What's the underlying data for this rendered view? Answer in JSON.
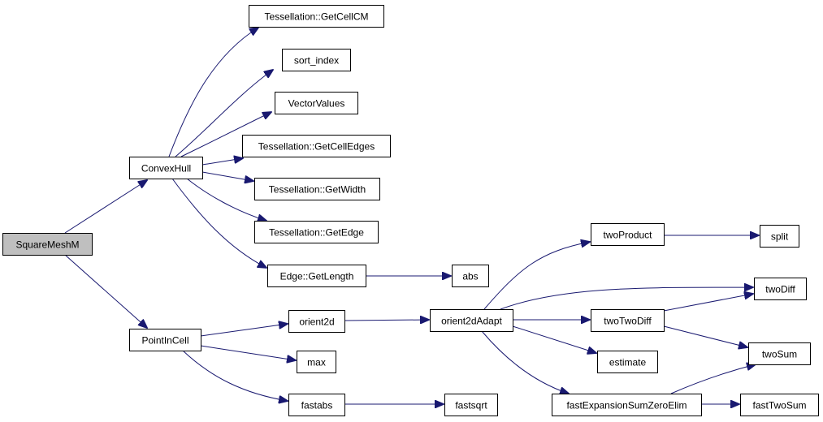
{
  "colors": {
    "edge": "#191970",
    "node_border": "#000000",
    "node_fill": "#ffffff",
    "root_fill": "#bfbfbf",
    "text": "#000000"
  },
  "nodes": [
    {
      "id": "squaremeshm",
      "label": "SquareMeshM",
      "root": true
    },
    {
      "id": "convexhull",
      "label": "ConvexHull"
    },
    {
      "id": "pointincell",
      "label": "PointInCell"
    },
    {
      "id": "getcellcm",
      "label": "Tessellation::GetCellCM"
    },
    {
      "id": "sort_index",
      "label": "sort_index"
    },
    {
      "id": "vectorvalues",
      "label": "VectorValues"
    },
    {
      "id": "getcelledges",
      "label": "Tessellation::GetCellEdges"
    },
    {
      "id": "getwidth",
      "label": "Tessellation::GetWidth"
    },
    {
      "id": "getedge",
      "label": "Tessellation::GetEdge"
    },
    {
      "id": "getlength",
      "label": "Edge::GetLength"
    },
    {
      "id": "abs",
      "label": "abs"
    },
    {
      "id": "orient2d",
      "label": "orient2d"
    },
    {
      "id": "max",
      "label": "max"
    },
    {
      "id": "fastabs",
      "label": "fastabs"
    },
    {
      "id": "fastsqrt",
      "label": "fastsqrt"
    },
    {
      "id": "orient2dadapt",
      "label": "orient2dAdapt"
    },
    {
      "id": "twoproduct",
      "label": "twoProduct"
    },
    {
      "id": "split",
      "label": "split"
    },
    {
      "id": "twodiff",
      "label": "twoDiff"
    },
    {
      "id": "twotwodiff",
      "label": "twoTwoDiff"
    },
    {
      "id": "estimate",
      "label": "estimate"
    },
    {
      "id": "twosum",
      "label": "twoSum"
    },
    {
      "id": "fastexpansion",
      "label": "fastExpansionSumZeroElim"
    },
    {
      "id": "fasttwosum",
      "label": "fastTwoSum"
    }
  ],
  "edges": [
    {
      "from": "squaremeshm",
      "to": "convexhull"
    },
    {
      "from": "squaremeshm",
      "to": "pointincell"
    },
    {
      "from": "convexhull",
      "to": "getcellcm"
    },
    {
      "from": "convexhull",
      "to": "sort_index"
    },
    {
      "from": "convexhull",
      "to": "vectorvalues"
    },
    {
      "from": "convexhull",
      "to": "getcelledges"
    },
    {
      "from": "convexhull",
      "to": "getwidth"
    },
    {
      "from": "convexhull",
      "to": "getedge"
    },
    {
      "from": "convexhull",
      "to": "getlength"
    },
    {
      "from": "getlength",
      "to": "abs"
    },
    {
      "from": "pointincell",
      "to": "orient2d"
    },
    {
      "from": "pointincell",
      "to": "max"
    },
    {
      "from": "pointincell",
      "to": "fastabs"
    },
    {
      "from": "fastabs",
      "to": "fastsqrt"
    },
    {
      "from": "orient2d",
      "to": "orient2dadapt"
    },
    {
      "from": "orient2dadapt",
      "to": "twoproduct"
    },
    {
      "from": "orient2dadapt",
      "to": "twodiff"
    },
    {
      "from": "orient2dadapt",
      "to": "twotwodiff"
    },
    {
      "from": "orient2dadapt",
      "to": "estimate"
    },
    {
      "from": "orient2dadapt",
      "to": "fastexpansion"
    },
    {
      "from": "twoproduct",
      "to": "split"
    },
    {
      "from": "twotwodiff",
      "to": "twodiff"
    },
    {
      "from": "twotwodiff",
      "to": "twosum"
    },
    {
      "from": "fastexpansion",
      "to": "twosum"
    },
    {
      "from": "fastexpansion",
      "to": "fasttwosum"
    }
  ]
}
